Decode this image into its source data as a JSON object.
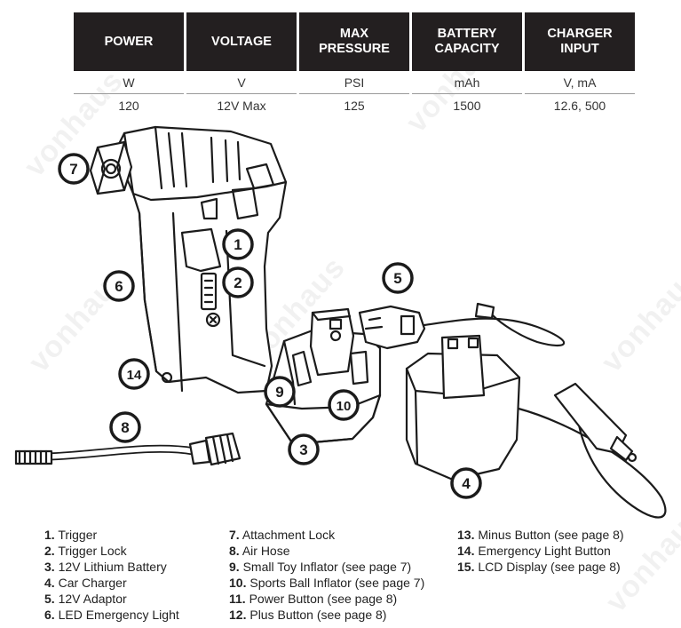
{
  "specs": {
    "columns": [
      {
        "header": "POWER",
        "unit": "W",
        "value": "120"
      },
      {
        "header": "VOLTAGE",
        "unit": "V",
        "value": "12V Max"
      },
      {
        "header": "MAX PRESSURE",
        "unit": "PSI",
        "value": "125"
      },
      {
        "header": "BATTERY CAPACITY",
        "unit": "mAh",
        "value": "1500"
      },
      {
        "header": "CHARGER INPUT",
        "unit": "V, mA",
        "value": "12.6, 500"
      }
    ]
  },
  "callouts": [
    "1",
    "2",
    "3",
    "4",
    "5",
    "6",
    "7",
    "8",
    "9",
    "10",
    "14"
  ],
  "legend": {
    "col1": [
      {
        "num": "1.",
        "text": "Trigger"
      },
      {
        "num": "2.",
        "text": "Trigger Lock"
      },
      {
        "num": "3.",
        "text": "12V Lithium Battery"
      },
      {
        "num": "4.",
        "text": "Car Charger"
      },
      {
        "num": "5.",
        "text": "12V Adaptor"
      },
      {
        "num": "6.",
        "text": "LED Emergency Light"
      }
    ],
    "col2": [
      {
        "num": "7.",
        "text": "Attachment Lock"
      },
      {
        "num": "8.",
        "text": "Air Hose"
      },
      {
        "num": "9.",
        "text": "Small Toy Inflator (see page 7)"
      },
      {
        "num": "10.",
        "text": "Sports Ball Inflator (see page 7)"
      },
      {
        "num": "11.",
        "text": "Power Button (see page 8)"
      },
      {
        "num": "12.",
        "text": "Plus Button (see page 8)"
      }
    ],
    "col3": [
      {
        "num": "13.",
        "text": "Minus Button (see page 8)"
      },
      {
        "num": "14.",
        "text": "Emergency Light Button"
      },
      {
        "num": "15.",
        "text": "LCD Display (see page 8)"
      }
    ]
  },
  "watermark": "vonhaus"
}
